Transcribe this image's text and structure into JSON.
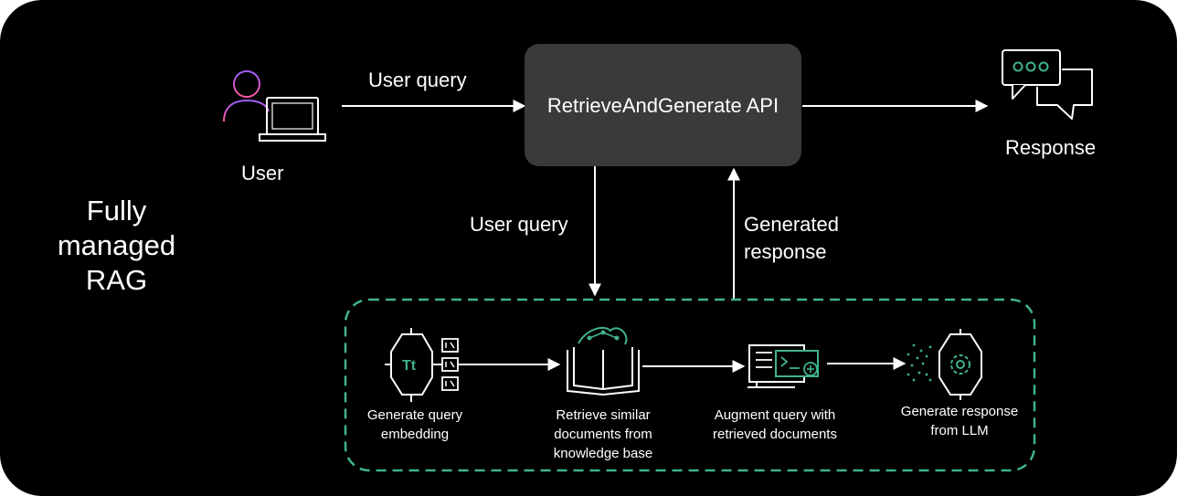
{
  "title": "Fully managed RAG",
  "user": {
    "label": "User"
  },
  "api": {
    "label": "RetrieveAndGenerate API"
  },
  "response": {
    "label": "Response"
  },
  "edges": {
    "user_to_api": "User query",
    "api_to_pipeline": "User query",
    "pipeline_to_api": "Generated response"
  },
  "steps": [
    {
      "label": "Generate query embedding",
      "icon": "embedding-icon"
    },
    {
      "label": "Retrieve similar documents from knowledge base",
      "icon": "knowledge-base-book-icon"
    },
    {
      "label": "Augment query with retrieved documents",
      "icon": "augment-terminal-icon"
    },
    {
      "label": "Generate response from LLM",
      "icon": "llm-brain-icon"
    }
  ],
  "colors": {
    "background": "#000000",
    "api_box": "#3a3a3a",
    "accent_green": "#3fb389",
    "user_icon_gradient": [
      "#a05cff",
      "#ff5aa0"
    ]
  }
}
